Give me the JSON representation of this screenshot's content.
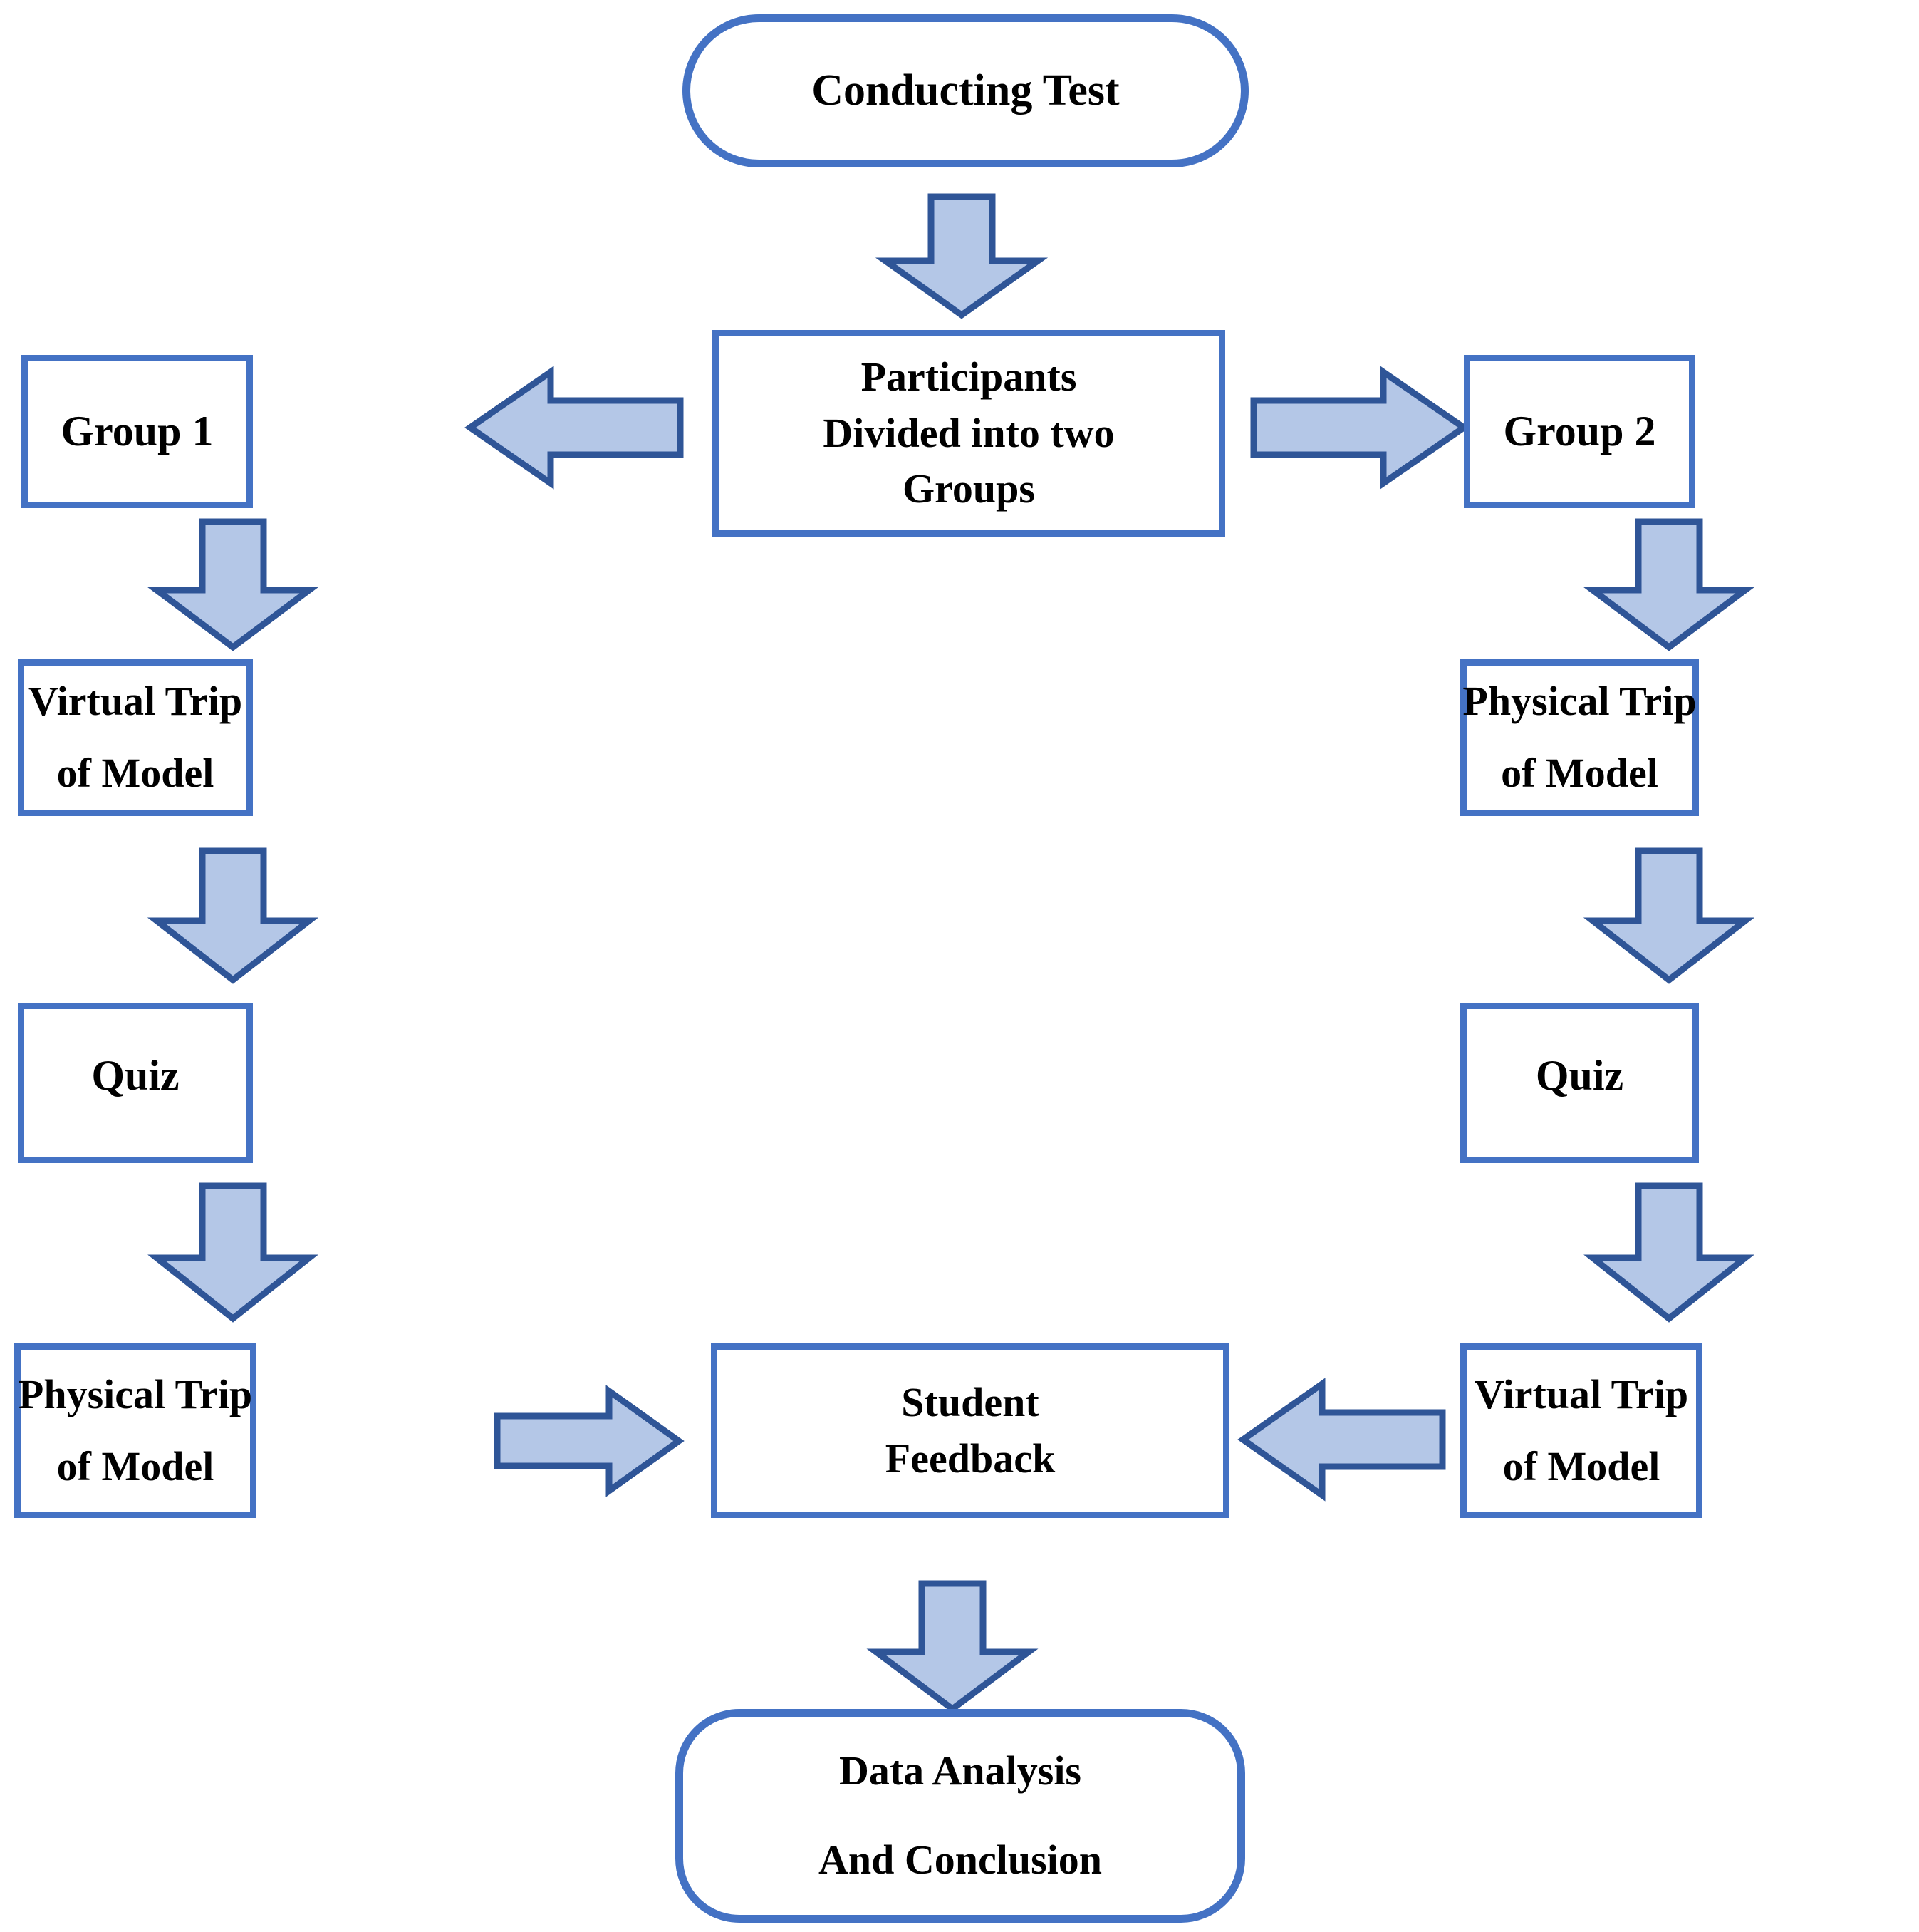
{
  "diagram": {
    "title": "Conducting Test experiment flowchart",
    "colors": {
      "node_border": "#4472C4",
      "node_fill": "#FFFFFF",
      "arrow_fill": "#B4C7E7",
      "arrow_border": "#2F5597",
      "text": "#000000",
      "background": "#FFFFFF"
    },
    "nodes": [
      {
        "id": "conducting-test",
        "shape": "terminal",
        "lines": [
          "Conducting Test"
        ]
      },
      {
        "id": "participants-divided",
        "shape": "process",
        "lines": [
          "Participants",
          "Divided into two",
          "Groups"
        ]
      },
      {
        "id": "group-1",
        "shape": "process",
        "lines": [
          "Group 1"
        ]
      },
      {
        "id": "group-2",
        "shape": "process",
        "lines": [
          "Group 2"
        ]
      },
      {
        "id": "group1-virtual-trip",
        "shape": "process",
        "lines": [
          "Virtual Trip",
          "of Model"
        ]
      },
      {
        "id": "group2-physical-trip",
        "shape": "process",
        "lines": [
          "Physical Trip",
          "of Model"
        ]
      },
      {
        "id": "group1-quiz",
        "shape": "process",
        "lines": [
          "Quiz"
        ]
      },
      {
        "id": "group2-quiz",
        "shape": "process",
        "lines": [
          "Quiz"
        ]
      },
      {
        "id": "group1-physical-trip",
        "shape": "process",
        "lines": [
          "Physical Trip",
          "of Model"
        ]
      },
      {
        "id": "group2-virtual-trip",
        "shape": "process",
        "lines": [
          "Virtual Trip",
          "of Model"
        ]
      },
      {
        "id": "student-feedback",
        "shape": "process",
        "lines": [
          "Student",
          "Feedback"
        ]
      },
      {
        "id": "data-analysis",
        "shape": "terminal",
        "lines": [
          "Data Analysis",
          "And Conclusion"
        ]
      }
    ],
    "edges": [
      {
        "from": "conducting-test",
        "to": "participants-divided",
        "direction": "down"
      },
      {
        "from": "participants-divided",
        "to": "group-1",
        "direction": "left"
      },
      {
        "from": "participants-divided",
        "to": "group-2",
        "direction": "right"
      },
      {
        "from": "group-1",
        "to": "group1-virtual-trip",
        "direction": "down"
      },
      {
        "from": "group-2",
        "to": "group2-physical-trip",
        "direction": "down"
      },
      {
        "from": "group1-virtual-trip",
        "to": "group1-quiz",
        "direction": "down"
      },
      {
        "from": "group2-physical-trip",
        "to": "group2-quiz",
        "direction": "down"
      },
      {
        "from": "group1-quiz",
        "to": "group1-physical-trip",
        "direction": "down"
      },
      {
        "from": "group2-quiz",
        "to": "group2-virtual-trip",
        "direction": "down"
      },
      {
        "from": "group1-physical-trip",
        "to": "student-feedback",
        "direction": "right"
      },
      {
        "from": "group2-virtual-trip",
        "to": "student-feedback",
        "direction": "left"
      },
      {
        "from": "student-feedback",
        "to": "data-analysis",
        "direction": "down"
      }
    ]
  }
}
